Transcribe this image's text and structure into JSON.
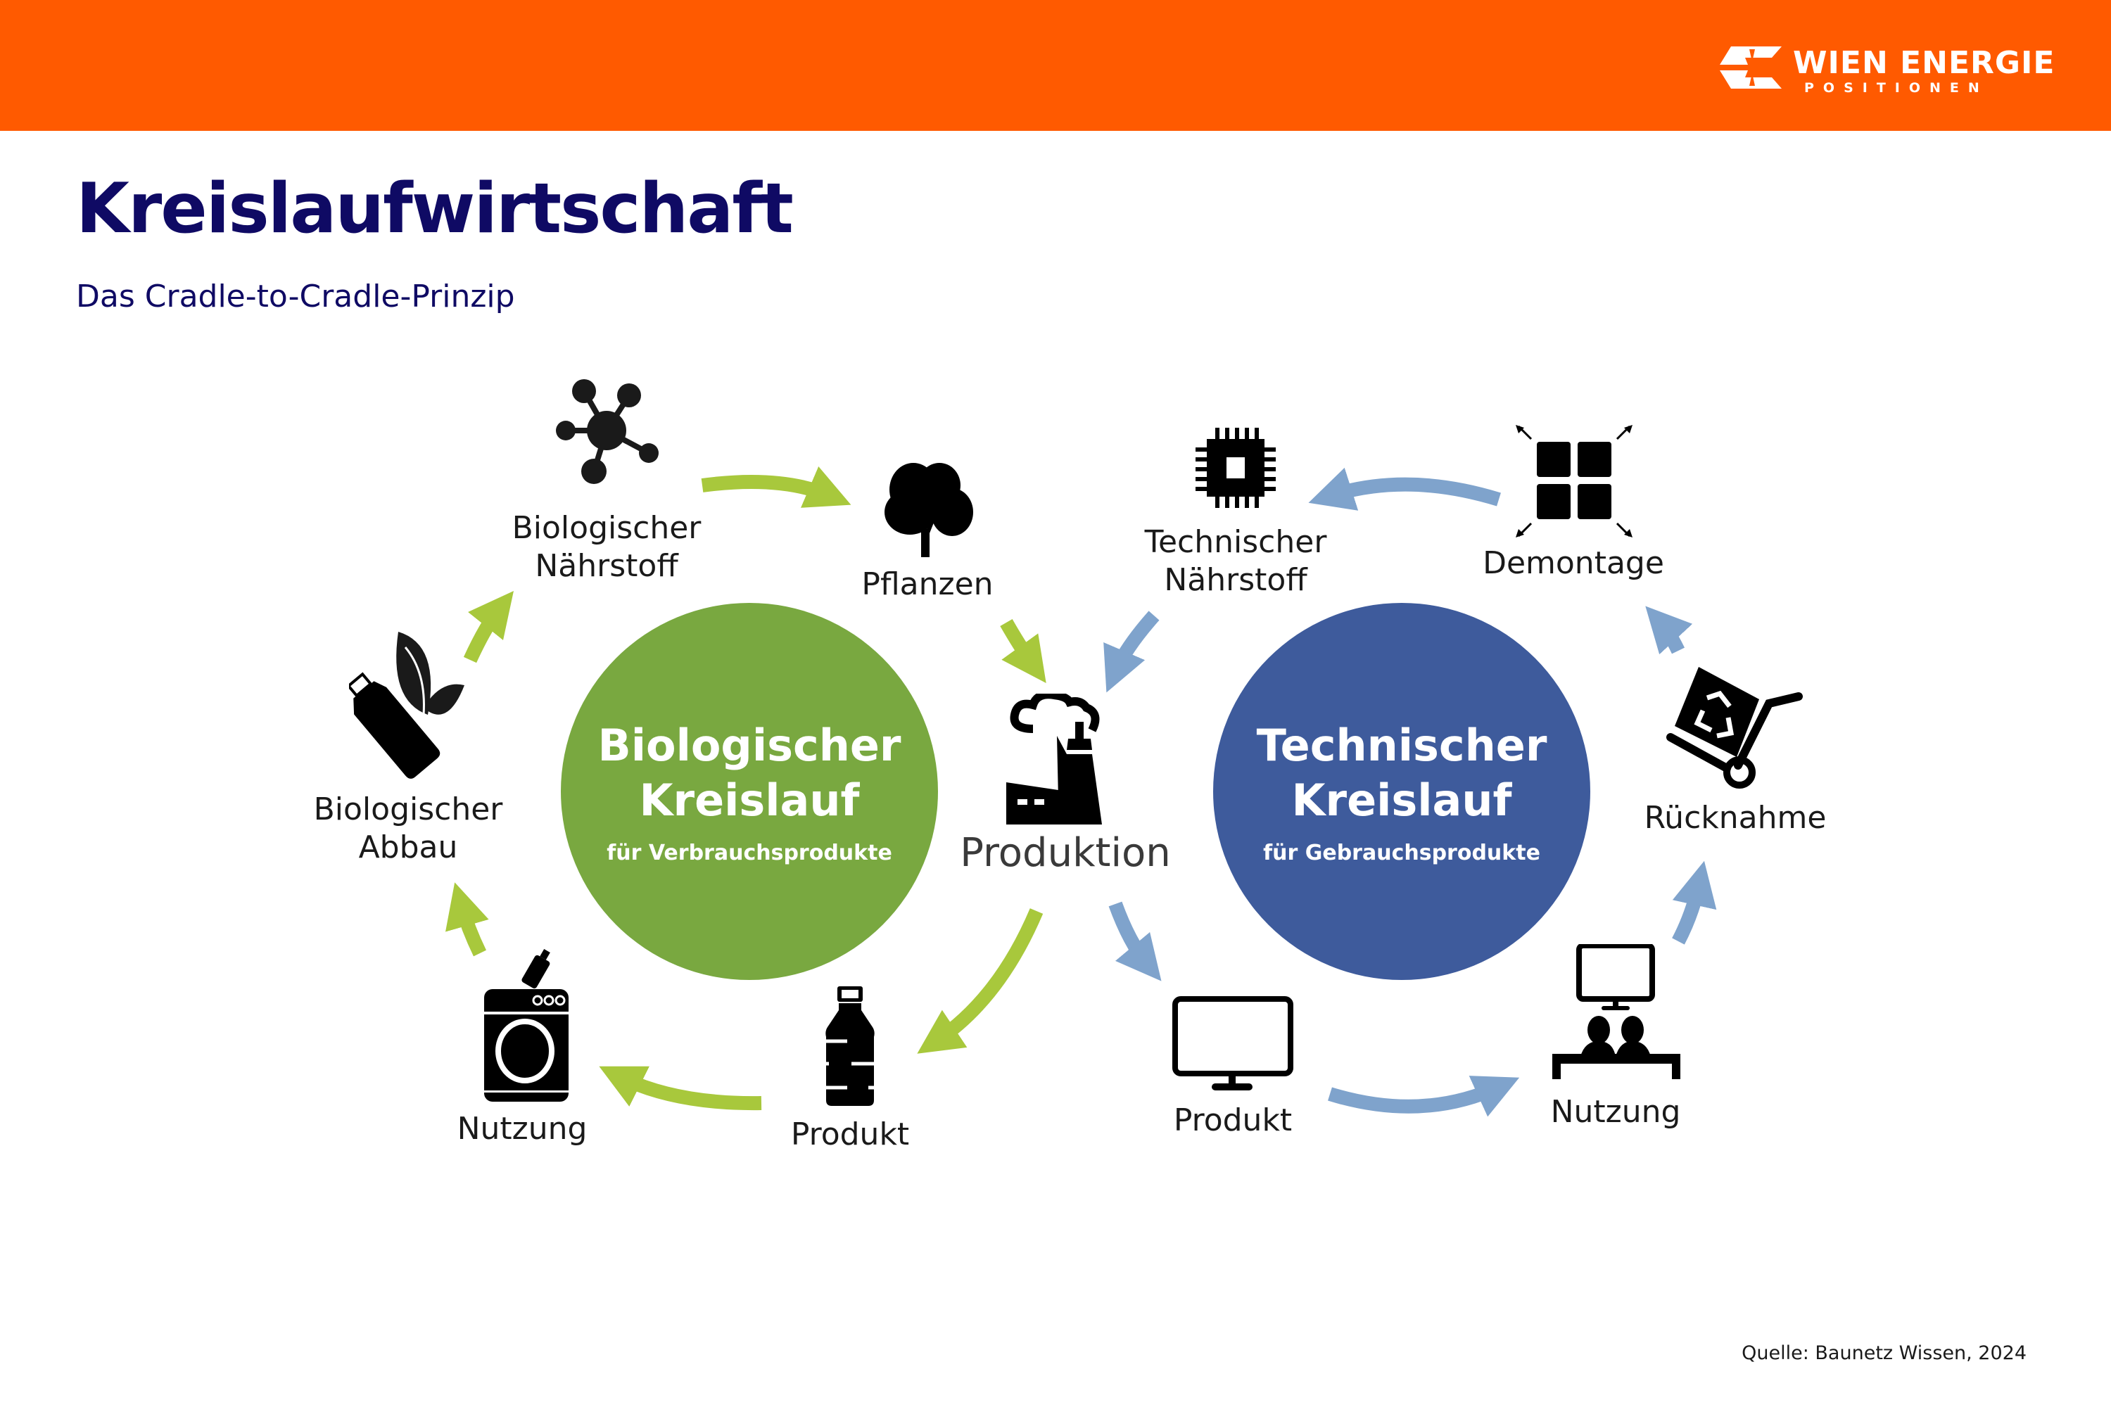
{
  "header": {
    "brand": "WIEN ENERGIE",
    "brand_sub": "POSITIONEN",
    "bar_color": "#ff5a00"
  },
  "page": {
    "title": "Kreislaufwirtschaft",
    "subtitle": "Das Cradle-to-Cradle-Prinzip",
    "title_color": "#0f0a64"
  },
  "biological_cycle": {
    "title_line1": "Biologischer",
    "title_line2": "Kreislauf",
    "subtitle": "für Verbrauchsprodukte",
    "color": "#79a840",
    "arrow_color": "#a8c83c",
    "nodes": [
      {
        "id": "naehrstoff",
        "line1": "Biologischer",
        "line2": "Nährstoff",
        "icon": "molecule-icon"
      },
      {
        "id": "pflanzen",
        "line1": "Pflanzen",
        "line2": "",
        "icon": "tree-icon"
      },
      {
        "id": "produkt",
        "line1": "Produkt",
        "line2": "",
        "icon": "bottle-icon"
      },
      {
        "id": "nutzung",
        "line1": "Nutzung",
        "line2": "",
        "icon": "washing-machine-icon"
      },
      {
        "id": "abbau",
        "line1": "Biologischer",
        "line2": "Abbau",
        "icon": "bottle-with-leaves-icon"
      }
    ]
  },
  "technical_cycle": {
    "title_line1": "Technischer",
    "title_line2": "Kreislauf",
    "subtitle": "für Gebrauchsprodukte",
    "color": "#3e5b9c",
    "arrow_color": "#7fa3cc",
    "nodes": [
      {
        "id": "naehrstoff",
        "line1": "Technischer",
        "line2": "Nährstoff",
        "icon": "chip-icon"
      },
      {
        "id": "demontage",
        "line1": "Demontage",
        "line2": "",
        "icon": "disassembly-icon"
      },
      {
        "id": "ruecknahme",
        "line1": "Rücknahme",
        "line2": "",
        "icon": "hand-truck-recycle-icon"
      },
      {
        "id": "nutzung",
        "line1": "Nutzung",
        "line2": "",
        "icon": "people-watching-tv-icon"
      },
      {
        "id": "produkt",
        "line1": "Produkt",
        "line2": "",
        "icon": "monitor-icon"
      }
    ]
  },
  "center": {
    "label": "Produktion",
    "icon": "factory-icon"
  },
  "footer": {
    "source": "Quelle: Baunetz Wissen, 2024"
  }
}
